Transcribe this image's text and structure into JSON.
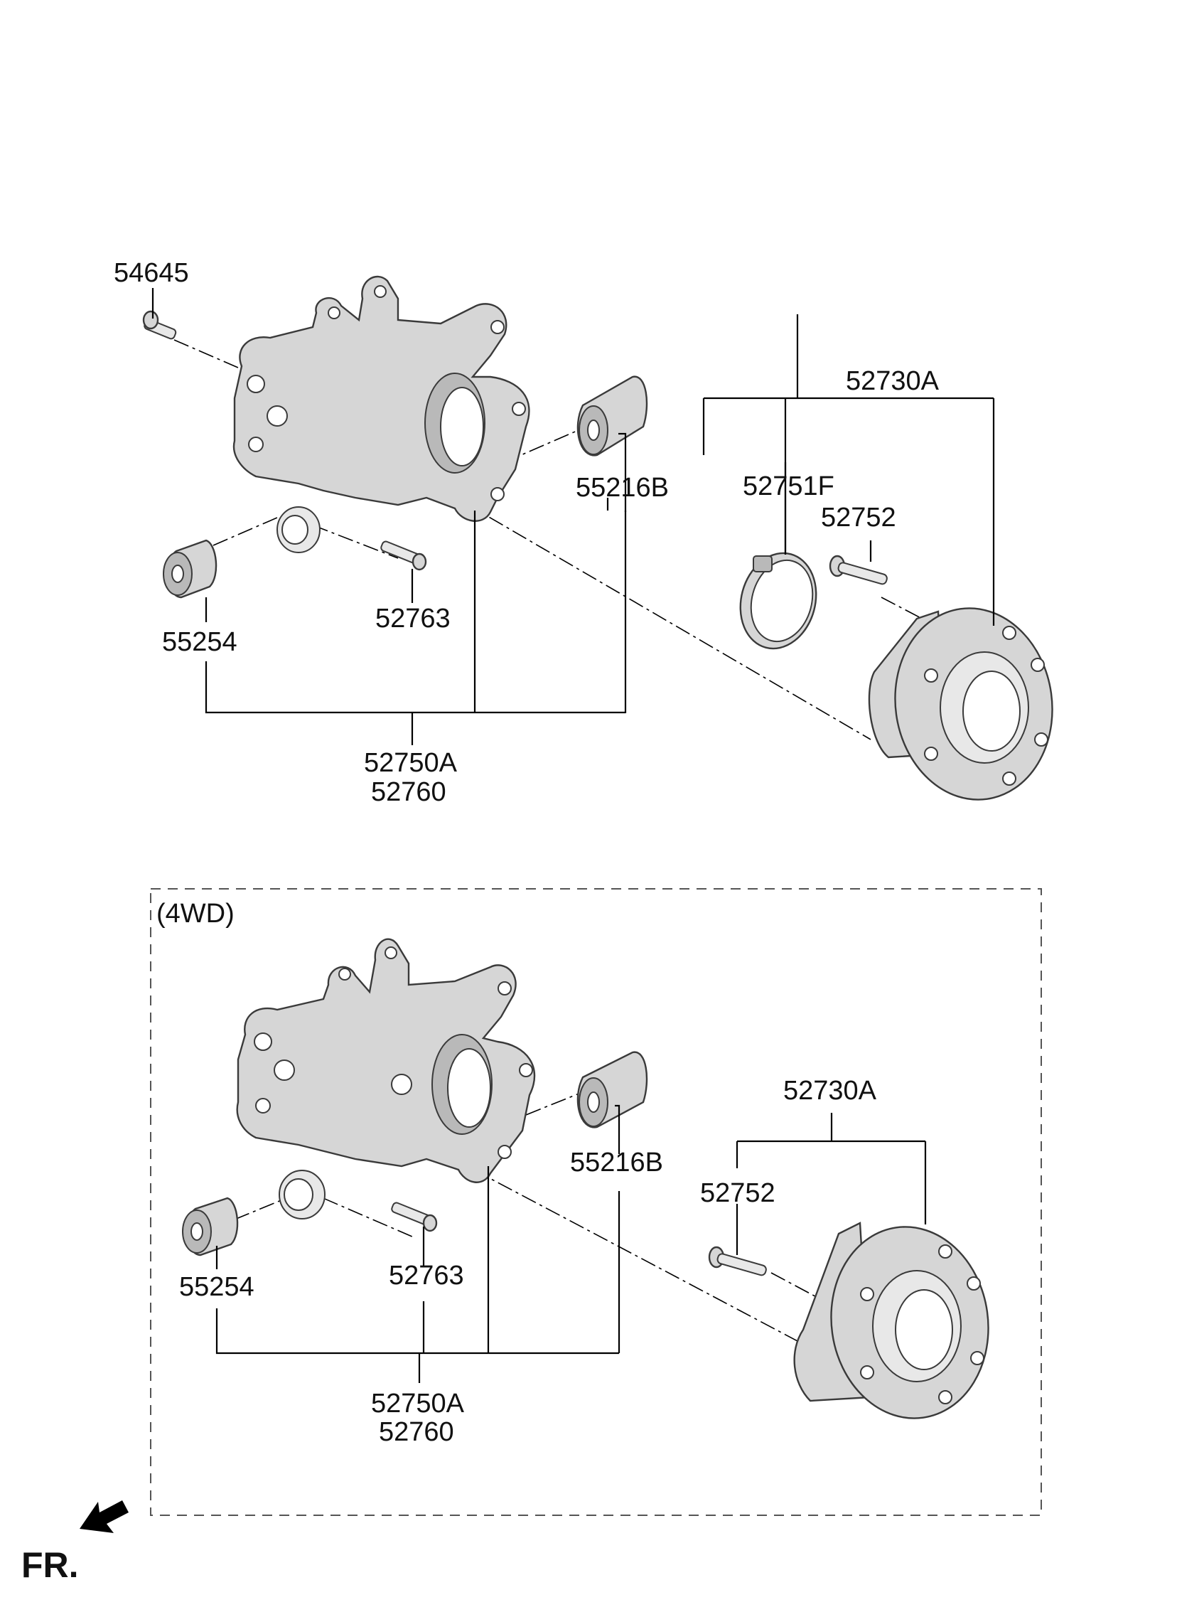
{
  "diagram": {
    "top_group": {
      "labels": {
        "p54645": "54645",
        "p52730A": "52730A",
        "p52751F": "52751F",
        "p52752": "52752",
        "p55216B": "55216B",
        "p55254": "55254",
        "p52763": "52763",
        "p52750A": "52750A",
        "p52760": "52760"
      }
    },
    "bottom_group": {
      "title": "(4WD)",
      "labels": {
        "p52730A": "52730A",
        "p52752": "52752",
        "p55216B": "55216B",
        "p55254": "55254",
        "p52763": "52763",
        "p52750A": "52750A",
        "p52760": "52760"
      }
    },
    "direction_label": "FR."
  }
}
